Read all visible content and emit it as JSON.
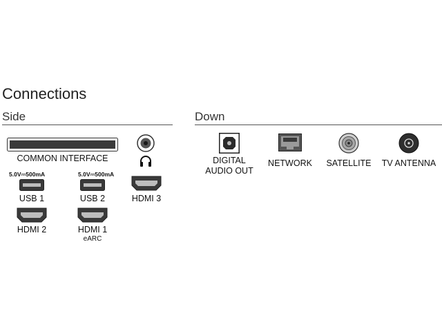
{
  "page": {
    "title": "Connections",
    "side_title": "Side",
    "down_title": "Down"
  },
  "side": {
    "common_interface": "COMMON INTERFACE",
    "usb_spec": "5.0V⎓500mA",
    "usb1": "USB 1",
    "usb2": "USB 2",
    "hdmi3": "HDMI 3",
    "hdmi2": "HDMI 2",
    "hdmi1": "HDMI 1",
    "hdmi1_sub": "eARC",
    "headphone_icon": "headphone-icon"
  },
  "down": {
    "digital_audio_line1": "DIGITAL",
    "digital_audio_line2": "AUDIO OUT",
    "network": "NETWORK",
    "satellite": "SATELLITE",
    "tv_antenna": "TV ANTENNA"
  }
}
